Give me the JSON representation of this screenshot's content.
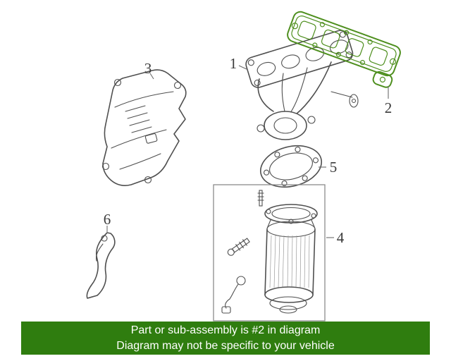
{
  "colors": {
    "highlight": "#4e8f1e",
    "banner-bg": "#2f7d0f",
    "line": "#4f4f4f",
    "label": "#3a3a3a"
  },
  "diagram": {
    "highlighted_part": "2",
    "labels": {
      "part1": "1",
      "part2": "2",
      "part3": "3",
      "part4": "4",
      "part5": "5",
      "part6": "6"
    }
  },
  "banner": {
    "line1": "Part or sub-assembly is #2 in diagram",
    "line2": "Diagram may not be specific to your vehicle"
  }
}
